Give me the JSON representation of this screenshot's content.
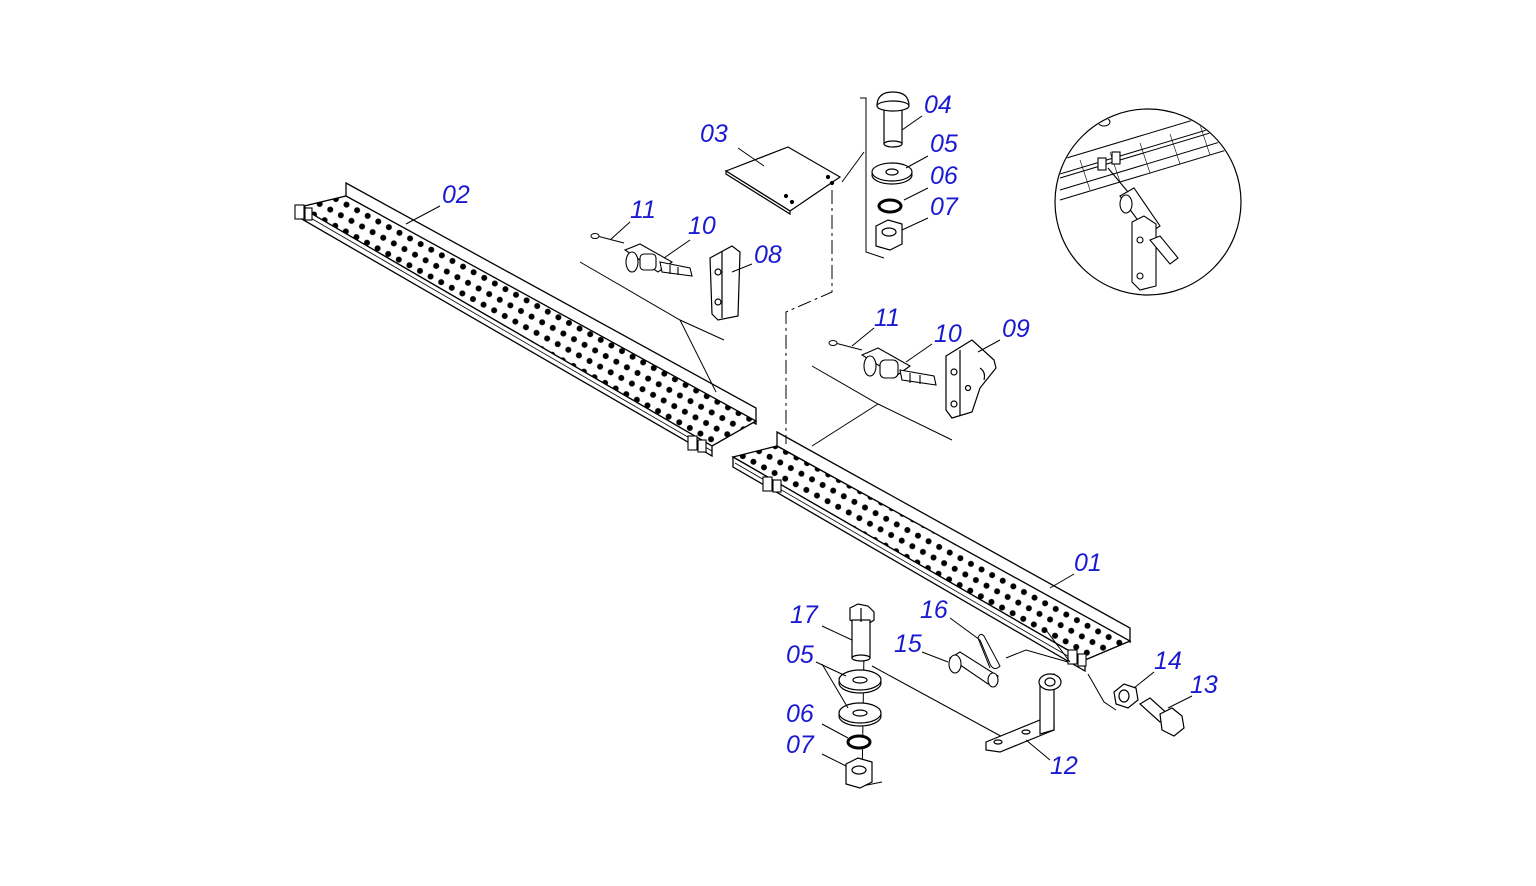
{
  "diagram": {
    "line_color": "#000000",
    "label_color": "#1a1ad0",
    "labels": {
      "l01": "01",
      "l02": "02",
      "l03": "03",
      "l04": "04",
      "l05a": "05",
      "l05b": "05",
      "l06a": "06",
      "l06b": "06",
      "l07a": "07",
      "l07b": "07",
      "l08": "08",
      "l09": "09",
      "l10a": "10",
      "l10b": "10",
      "l11a": "11",
      "l11b": "11",
      "l12": "12",
      "l13": "13",
      "l14": "14",
      "l15": "15",
      "l16": "16",
      "l17": "17"
    }
  }
}
